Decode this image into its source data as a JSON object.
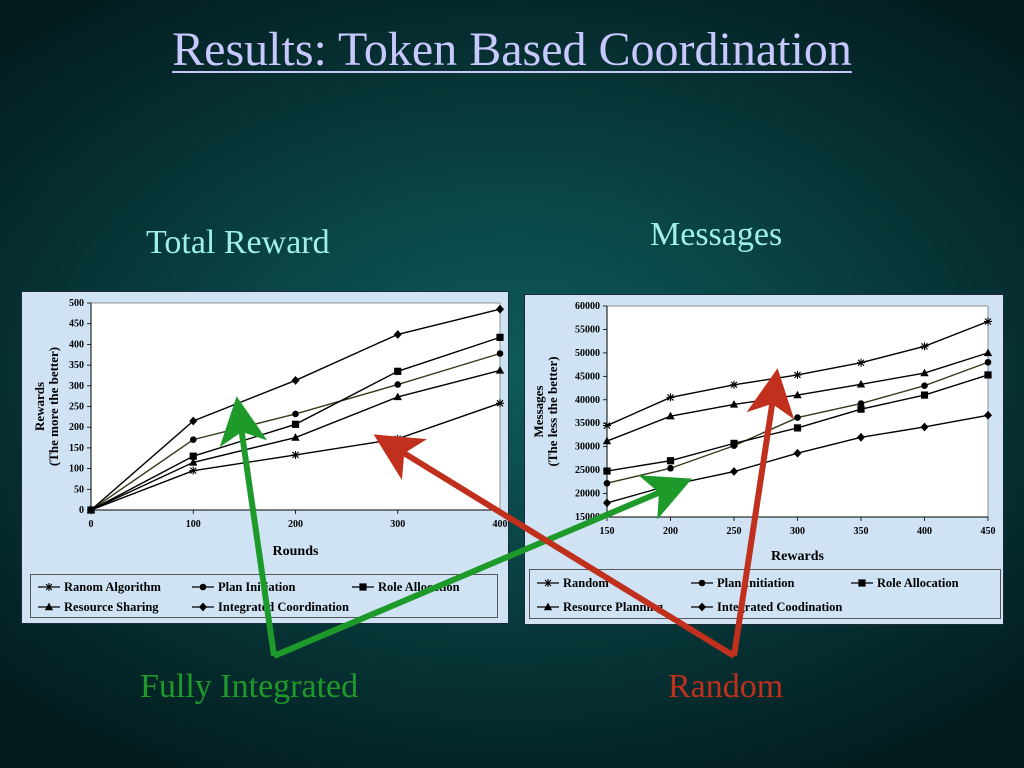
{
  "slide": {
    "title": "Results: Token Based Coordination",
    "left_heading": "Total Reward",
    "right_heading": "Messages",
    "callout_green": "Fully Integrated",
    "callout_red": "Random",
    "colors": {
      "green": "#1e9a2a",
      "red": "#c0301c",
      "title": "#c8c8ff",
      "heading": "#9ff0e8"
    }
  },
  "chart_data": [
    {
      "type": "line",
      "title": "",
      "xlabel": "Rounds",
      "ylabel_lines": [
        "Rewards",
        "(The more the better)"
      ],
      "xlim": [
        0,
        400
      ],
      "ylim": [
        0,
        500
      ],
      "xticks": [
        0,
        100,
        200,
        300,
        400
      ],
      "yticks": [
        0,
        50,
        100,
        150,
        200,
        250,
        300,
        350,
        400,
        450,
        500
      ],
      "x": [
        0,
        100,
        200,
        300,
        400
      ],
      "legend_position": "bottom",
      "series": [
        {
          "name": "Ranom Algorithm",
          "marker": "star",
          "values": [
            0,
            95,
            133,
            172,
            258
          ]
        },
        {
          "name": "Plan Initiation",
          "marker": "circle",
          "values": [
            0,
            170,
            232,
            303,
            378
          ]
        },
        {
          "name": "Role Allocation",
          "marker": "square",
          "values": [
            0,
            130,
            207,
            335,
            417
          ]
        },
        {
          "name": "Resource Sharing",
          "marker": "triangle",
          "values": [
            0,
            115,
            175,
            273,
            337
          ]
        },
        {
          "name": "Integrated Coordination",
          "marker": "diamond",
          "values": [
            0,
            215,
            313,
            424,
            485
          ]
        }
      ]
    },
    {
      "type": "line",
      "title": "",
      "xlabel": "Rewards",
      "ylabel_lines": [
        "Messages",
        "(The less the better)"
      ],
      "xlim": [
        150,
        450
      ],
      "ylim": [
        15000,
        60000
      ],
      "xticks": [
        150,
        200,
        250,
        300,
        350,
        400,
        450
      ],
      "yticks": [
        15000,
        20000,
        25000,
        30000,
        35000,
        40000,
        45000,
        50000,
        55000,
        60000
      ],
      "x": [
        150,
        200,
        250,
        300,
        350,
        400,
        450
      ],
      "legend_position": "bottom",
      "series": [
        {
          "name": "Random",
          "marker": "star",
          "values": [
            34500,
            40500,
            43200,
            45300,
            47900,
            51400,
            56700
          ]
        },
        {
          "name": "Plan Initiation",
          "marker": "circle",
          "values": [
            22200,
            25400,
            30200,
            36200,
            39200,
            43000,
            48000
          ]
        },
        {
          "name": "Role Allocation",
          "marker": "square",
          "values": [
            24800,
            27000,
            30700,
            34000,
            38000,
            41000,
            45300
          ]
        },
        {
          "name": "Resource Planning",
          "marker": "triangle",
          "values": [
            31200,
            36500,
            39000,
            41000,
            43300,
            45700,
            50000
          ]
        },
        {
          "name": "Integrated Coodination",
          "marker": "diamond",
          "values": [
            18000,
            21800,
            24700,
            28600,
            32000,
            34200,
            36700
          ]
        }
      ]
    }
  ]
}
